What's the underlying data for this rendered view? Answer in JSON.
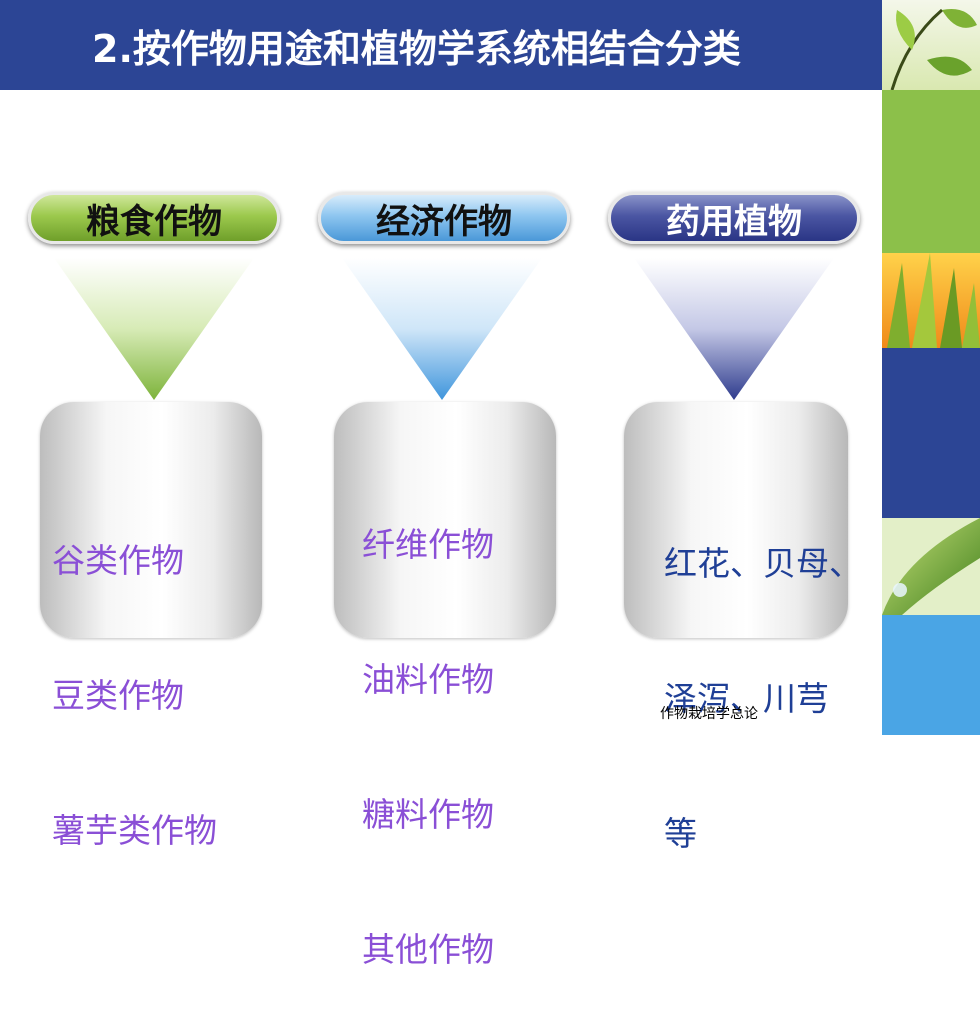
{
  "title": "2.按作物用途和植物学系统相结合分类",
  "categories": [
    {
      "label": "粮食作物",
      "items": [
        "谷类作物",
        "豆类作物",
        "薯芋类作物"
      ]
    },
    {
      "label": "经济作物",
      "items": [
        "纤维作物",
        "油料作物",
        "糖料作物",
        "其他作物"
      ]
    },
    {
      "label": "药用植物",
      "items": [
        "红花、贝母、",
        "泽泻、川芎",
        "等"
      ]
    }
  ],
  "footer": "作物栽培学总论",
  "colors": {
    "title_bar": "#2c4595",
    "green": "#8cc04a",
    "blue": "#4a98d8",
    "navy": "#2a3585",
    "item_text": "#8a4fd6",
    "medicinal_text": "#1f3f96"
  }
}
